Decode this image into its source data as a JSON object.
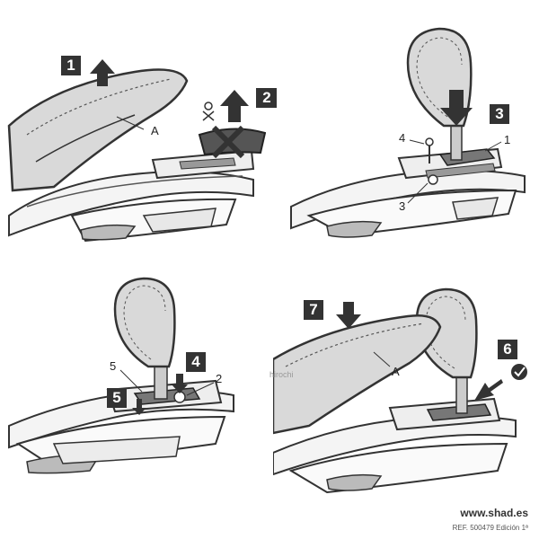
{
  "steps": {
    "s1": "1",
    "s2": "2",
    "s3": "3",
    "s4": "4",
    "s5": "5",
    "s6": "6",
    "s7": "7"
  },
  "labels": {
    "a_top": "A",
    "a_bottom": "A",
    "p2_part4": "4",
    "p2_part1": "1",
    "p2_part3": "3",
    "p3_part5": "5",
    "p3_part2": "2"
  },
  "watermark": "hirochi",
  "footer": {
    "brand": "www.shad.es",
    "ref": "REF. 500479 Edición 1ª"
  },
  "colors": {
    "step_box": "#333333",
    "seat_fill": "#d9d9d9",
    "line": "#333333",
    "cross": "#333333"
  },
  "icons": [
    "arrow-up-icon",
    "arrow-down-icon",
    "arrow-left-icon",
    "cross-icon",
    "check-icon",
    "screw-icon"
  ]
}
